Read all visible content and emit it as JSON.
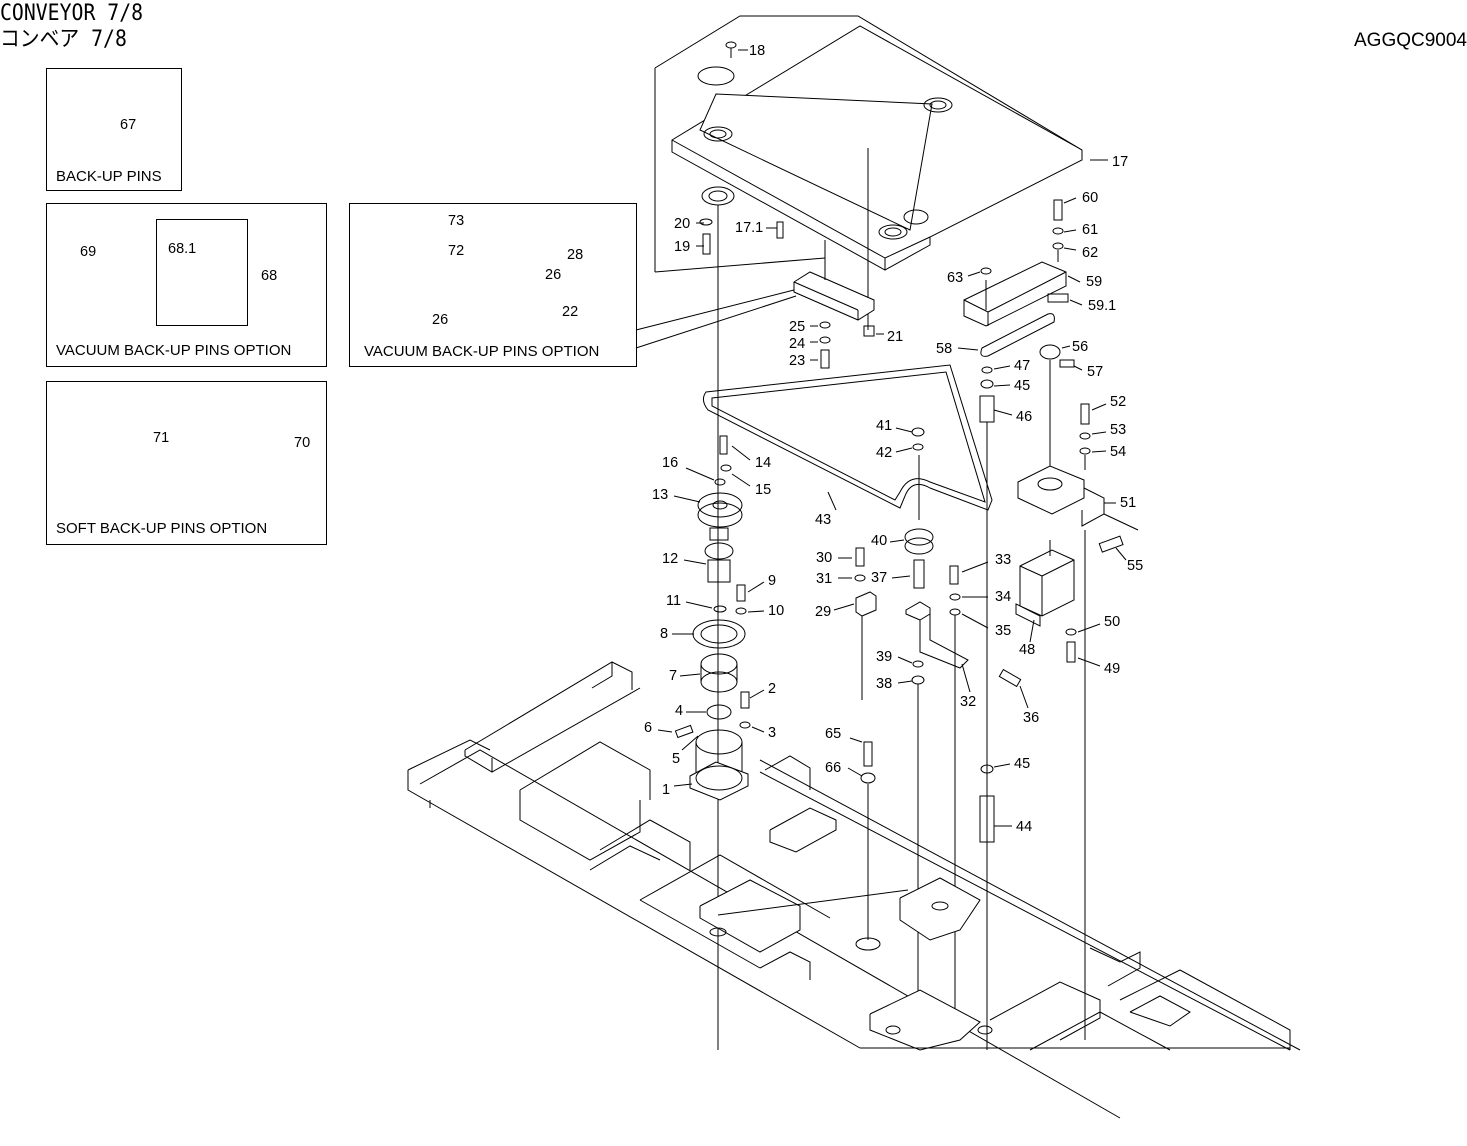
{
  "header": {
    "title_en": "CONVEYOR 7/8",
    "title_jp": "コンベア 7/8",
    "doc_code": "AGGQC9004"
  },
  "boxes": {
    "backup_pins": "BACK-UP PINS",
    "vacuum_left": "VACUUM BACK-UP PINS OPTION",
    "vacuum_mid": "VACUUM BACK-UP PINS OPTION",
    "soft_pins": "SOFT BACK-UP PINS OPTION"
  },
  "callouts": [
    "67",
    "69",
    "68.1",
    "68",
    "73",
    "72",
    "28",
    "26",
    "22",
    "71",
    "70",
    "18",
    "17",
    "20",
    "19",
    "17.1",
    "60",
    "61",
    "62",
    "63",
    "59",
    "59.1",
    "25",
    "24",
    "23",
    "21",
    "58",
    "47",
    "45",
    "46",
    "56",
    "57",
    "41",
    "42",
    "52",
    "53",
    "54",
    "51",
    "55",
    "16",
    "14",
    "15",
    "13",
    "12",
    "9",
    "11",
    "10",
    "8",
    "7",
    "2",
    "4",
    "3",
    "6",
    "5",
    "1",
    "43",
    "40",
    "30",
    "31",
    "37",
    "33",
    "34",
    "35",
    "29",
    "39",
    "38",
    "32",
    "36",
    "48",
    "50",
    "49",
    "65",
    "66",
    "44"
  ]
}
